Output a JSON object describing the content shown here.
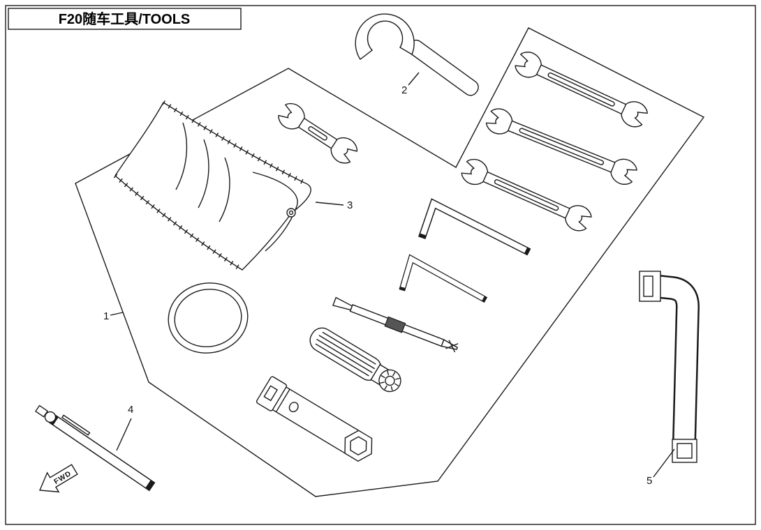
{
  "title": "F20随车工具/TOOLS",
  "callouts": [
    {
      "number": "1"
    },
    {
      "number": "2"
    },
    {
      "number": "3"
    },
    {
      "number": "4"
    },
    {
      "number": "5"
    }
  ],
  "fwd_label": "FWD",
  "colors": {
    "line": "#1a1a1a",
    "background": "#ffffff"
  }
}
